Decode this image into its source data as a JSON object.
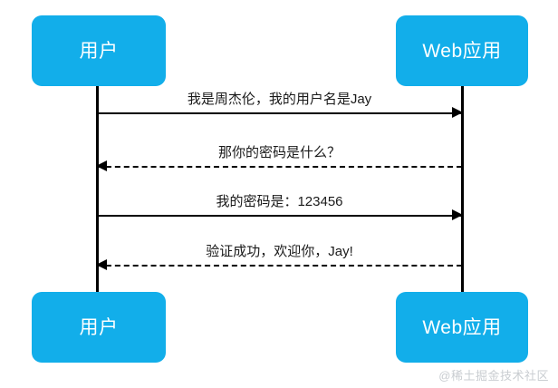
{
  "diagram": {
    "type": "sequence-diagram",
    "background_color": "#ffffff",
    "participant_color": "#12AEEA",
    "line_color": "#000000",
    "participants": [
      {
        "id": "user",
        "label": "用户"
      },
      {
        "id": "webapp",
        "label": "Web应用"
      }
    ],
    "messages": [
      {
        "index": 1,
        "label": "我是周杰伦，我的用户名是Jay",
        "from": "user",
        "to": "webapp",
        "direction": "right",
        "style": "solid"
      },
      {
        "index": 2,
        "label": "那你的密码是什么？",
        "from": "webapp",
        "to": "user",
        "direction": "left",
        "style": "dashed"
      },
      {
        "index": 3,
        "label": "我的密码是：123456",
        "from": "user",
        "to": "webapp",
        "direction": "right",
        "style": "solid"
      },
      {
        "index": 4,
        "label": "验证成功，欢迎你，Jay!",
        "from": "webapp",
        "to": "user",
        "direction": "left",
        "style": "dashed"
      }
    ],
    "watermark": "@稀土掘金技术社区"
  }
}
